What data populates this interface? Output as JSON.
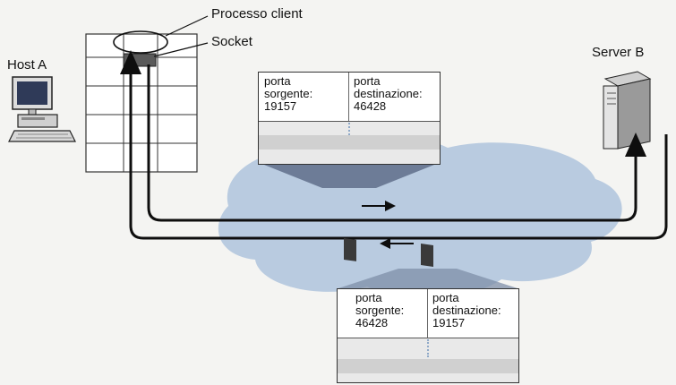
{
  "labels": {
    "host_a": "Host A",
    "server_b": "Server B",
    "process_client": "Processo client",
    "socket": "Socket"
  },
  "segments": [
    {
      "source_label_1": "porta",
      "source_label_2": "sorgente:",
      "source_value": "19157",
      "dest_label_1": "porta",
      "dest_label_2": "destinazione:",
      "dest_value": "46428"
    },
    {
      "source_label_1": "porta",
      "source_label_2": "sorgente:",
      "source_value": "46428",
      "dest_label_1": "porta",
      "dest_label_2": "destinazione:",
      "dest_value": "19157"
    }
  ],
  "colors": {
    "network_cloud": "#b9cbe0",
    "panel_shadow": "#5f6f8a",
    "packet": "#3a3a3a",
    "line": "#0e0e0e"
  }
}
